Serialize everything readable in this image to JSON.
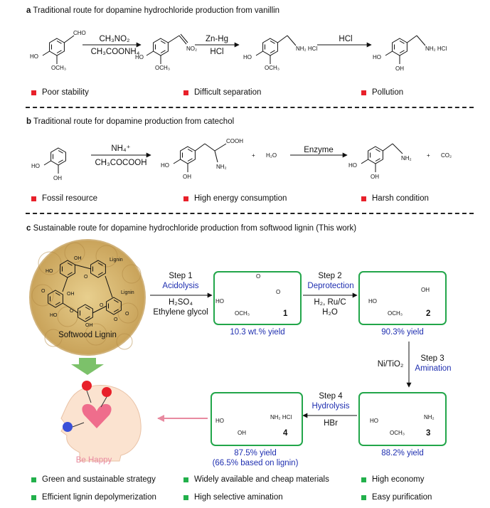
{
  "a": {
    "title_letter": "a",
    "title": "Traditional route for dopamine hydrochloride production from vanillin",
    "arrow1_top": "CH₃NO₂",
    "arrow1_bottom": "CH₃COONH₄",
    "arrow2_top": "Zn-Hg",
    "arrow2_bottom": "HCl",
    "arrow3_top": "HCl",
    "notes": [
      "Poor stability",
      "Difficult separation",
      "Pollution"
    ],
    "chem_labels": {
      "cho": "CHO",
      "ho1": "HO",
      "och3_1": "OCH₃",
      "ho2": "HO",
      "no2": "NO₂",
      "och3_2": "OCH₃",
      "ho3": "HO",
      "nh2hcl3": "NH₂ HCl",
      "och3_3": "OCH₃",
      "ho4": "HO",
      "oh4": "OH",
      "nh2hcl4": "NH₂ HCl"
    }
  },
  "b": {
    "title_letter": "b",
    "title": "Traditional route for dopamine production from catechol",
    "arrow1_top": "NH₄⁺",
    "arrow1_bottom": "CH₃COCOOH",
    "arrow2_top": "Enzyme",
    "plus1": "+",
    "h2o": "H₂O",
    "plus2": "+",
    "co2": "CO₂",
    "notes": [
      "Fossil resource",
      "High energy consumption",
      "Harsh condition"
    ],
    "chem_labels": {
      "ho1": "HO",
      "oh1": "OH",
      "cooh": "COOH",
      "nh2_2": "NH₂",
      "ho2": "HO",
      "oh2": "OH",
      "ho3": "HO",
      "oh3": "OH",
      "nh2_3": "NH₂"
    }
  },
  "c": {
    "title_letter": "c",
    "title": "Sustainable route for dopamine hydrochloride production from softwood lignin (This work)",
    "lignin_label": "Softwood Lignin",
    "lignin_small": [
      "Lignin",
      "Lignin"
    ],
    "lignin_atoms": [
      "HO",
      "OH",
      "O",
      "O",
      "OH",
      "HO",
      "O",
      "OH",
      "O",
      "O",
      "O"
    ],
    "step1": {
      "name": "Step 1",
      "type": "Acidolysis",
      "reagent1": "H₂SO₄",
      "reagent2": "Ethylene glycol"
    },
    "step2": {
      "name": "Step 2",
      "type": "Deprotection",
      "reagent1": "H₂, Ru/C",
      "reagent2": "H₂O"
    },
    "step3": {
      "name": "Step 3",
      "type": "Amination",
      "reagent": "Ni/TiO₂"
    },
    "step4": {
      "name": "Step 4",
      "type": "Hydrolysis",
      "reagent": "HBr"
    },
    "compounds": [
      {
        "num": "1",
        "yield": "10.3 wt.% yield",
        "ho": "HO",
        "och3": "OCH₃",
        "o1": "O",
        "o2": "O"
      },
      {
        "num": "2",
        "yield": "90.3% yield",
        "ho": "HO",
        "och3": "OCH₃",
        "oh": "OH"
      },
      {
        "num": "3",
        "yield": "88.2% yield",
        "ho": "HO",
        "och3": "OCH₃",
        "nh2": "NH₂"
      },
      {
        "num": "4",
        "yield": "87.5% yield",
        "yield2": "(66.5% based on lignin)",
        "ho": "HO",
        "oh": "OH",
        "nh2hcl": "NH₂ HCl"
      }
    ],
    "be_happy": "Be Happy",
    "notes": [
      "Green and sustainable strategy",
      "Widely available and cheap materials",
      "High economy",
      "Efficient lignin depolymerization",
      "High selective amination",
      "Easy purification"
    ]
  },
  "colors": {
    "red": "#e8202a",
    "green": "#22b04b",
    "blue": "#1f2fb0",
    "pink": "#e88aa0",
    "box": "#22a64a"
  }
}
